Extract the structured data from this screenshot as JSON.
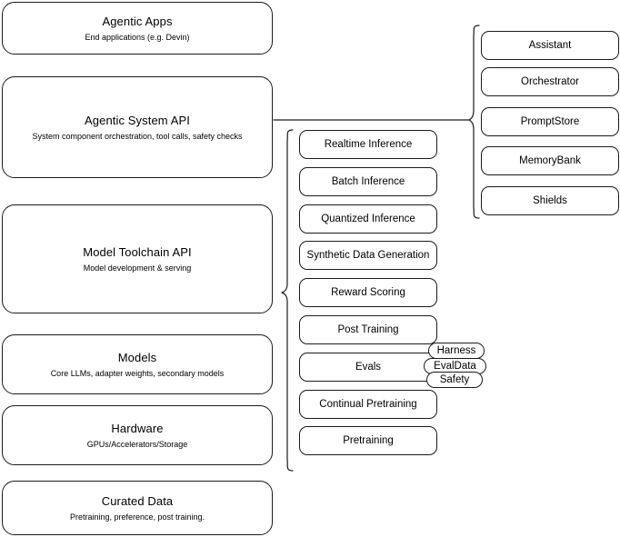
{
  "diagram": {
    "kind": "layered-architecture-stack",
    "background_color": "#ffffff",
    "stroke_color": "#1a1a1a"
  },
  "layers": [
    {
      "title": "Agentic Apps",
      "subtitle": "End applications (e.g. Devin)"
    },
    {
      "title": "Agentic System API",
      "subtitle": "System component orchestration, tool calls, safety checks"
    },
    {
      "title": "Model Toolchain API",
      "subtitle": "Model development & serving"
    },
    {
      "title": "Models",
      "subtitle": "Core LLMs, adapter weights, secondary models"
    },
    {
      "title": "Hardware",
      "subtitle": "GPUs/Accelerators/Storage"
    },
    {
      "title": "Curated Data",
      "subtitle": "Pretraining, preference, post training."
    }
  ],
  "toolchain_capabilities": [
    {
      "title": "Realtime Inference"
    },
    {
      "title": "Batch Inference"
    },
    {
      "title": "Quantized Inference"
    },
    {
      "title": "Synthetic Data Generation"
    },
    {
      "title": "Reward Scoring"
    },
    {
      "title": "Post Training"
    },
    {
      "title": "Evals"
    },
    {
      "title": "Continual Pretraining"
    },
    {
      "title": "Pretraining"
    }
  ],
  "eval_tags": [
    {
      "title": "Harness"
    },
    {
      "title": "EvalData"
    },
    {
      "title": "Safety"
    }
  ],
  "system_components": [
    {
      "title": "Assistant"
    },
    {
      "title": "Orchestrator"
    },
    {
      "title": "PromptStore"
    },
    {
      "title": "MemoryBank"
    },
    {
      "title": "Shields"
    }
  ]
}
